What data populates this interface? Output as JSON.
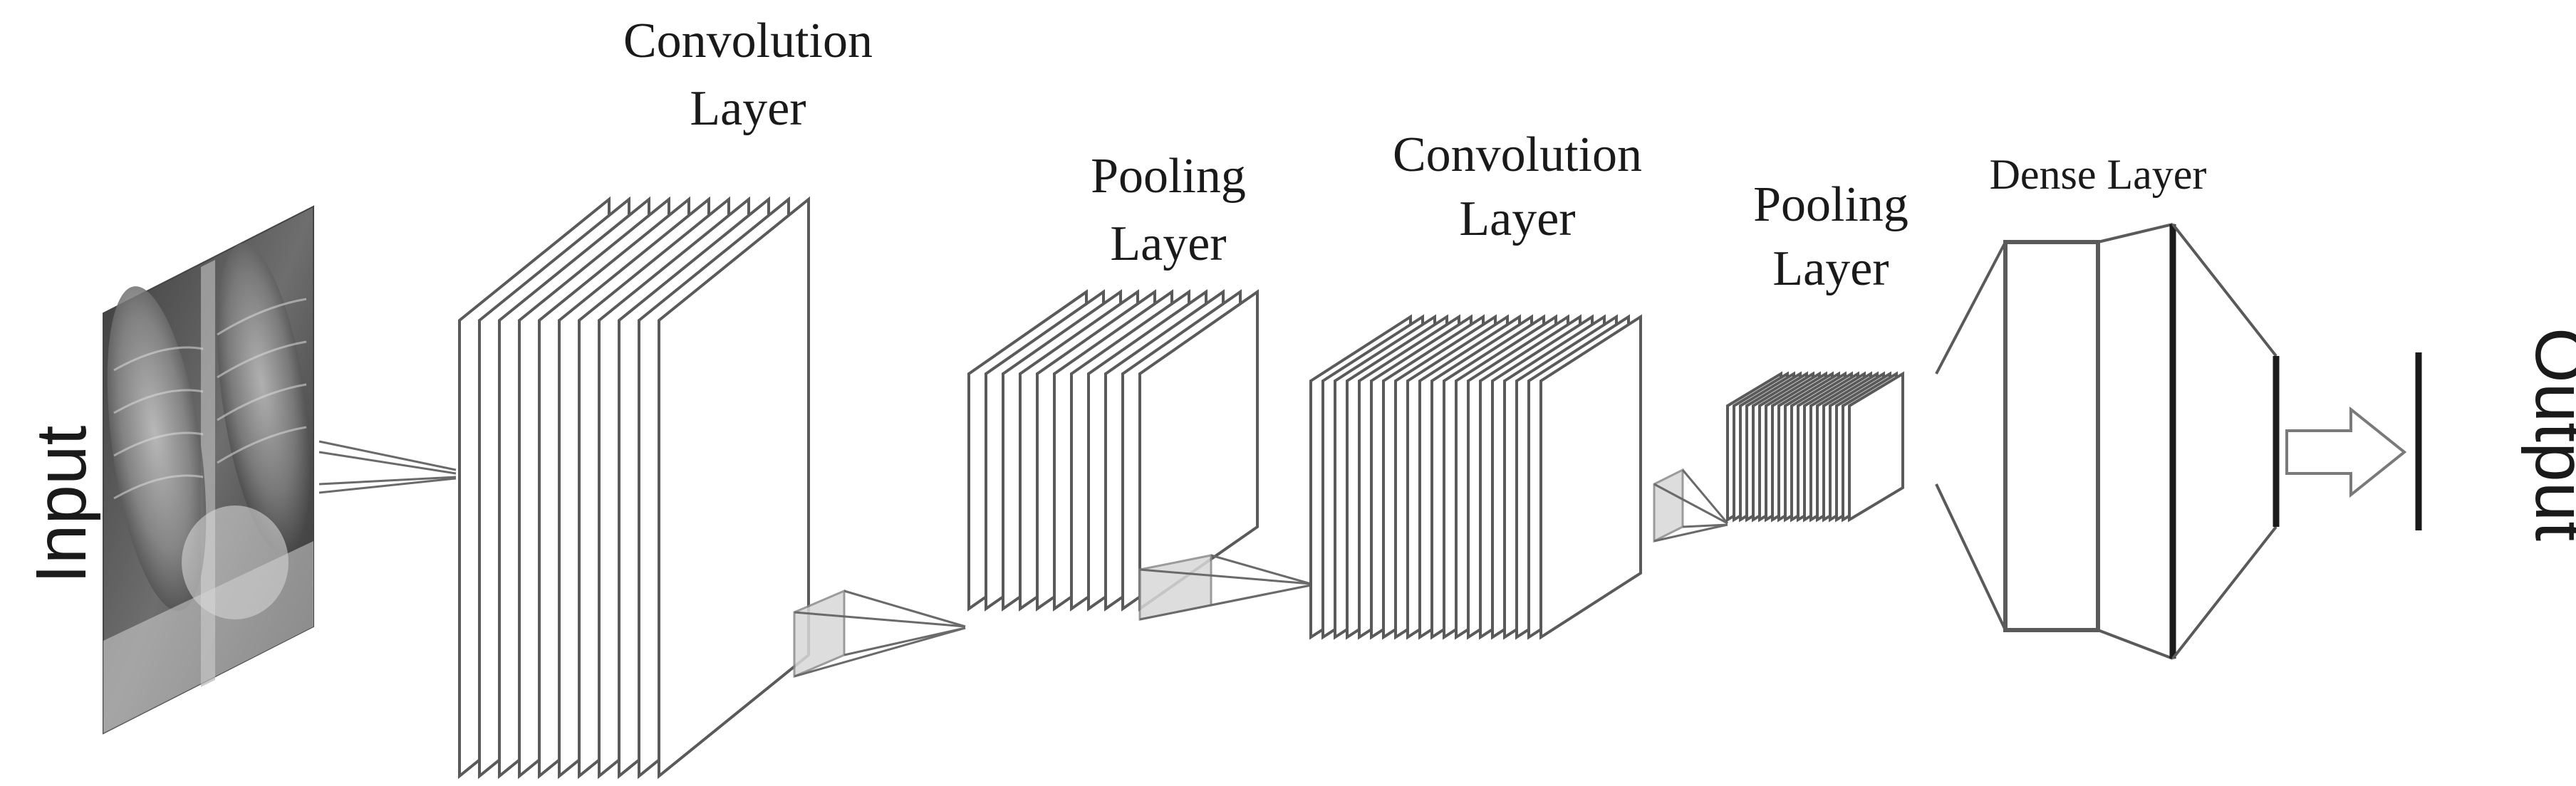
{
  "diagram": {
    "labels": {
      "input": "Input",
      "conv1_line1": "Convolution",
      "conv1_line2": "Layer",
      "pool1_line1": "Pooling",
      "pool1_line2": "Layer",
      "conv2_line1": "Convolution",
      "conv2_line2": "Layer",
      "pool2_line1": "Pooling",
      "pool2_line2": "Layer",
      "dense": "Dense Layer",
      "output": "Output"
    },
    "stages": [
      {
        "id": "input",
        "kind": "image",
        "description_icon": "chest-xray-image"
      },
      {
        "id": "conv1",
        "kind": "feature-maps",
        "map_count": 11
      },
      {
        "id": "pool1",
        "kind": "feature-maps",
        "map_count": 11
      },
      {
        "id": "conv2",
        "kind": "feature-maps",
        "map_count": 20
      },
      {
        "id": "pool2",
        "kind": "feature-maps",
        "map_count": 20
      },
      {
        "id": "dense",
        "kind": "fully-connected",
        "layer_count": 3
      },
      {
        "id": "output",
        "kind": "output"
      }
    ],
    "colors": {
      "stroke": "#5a5a5a",
      "text": "#1a1a1a",
      "xray_dark": "#2b2b2b",
      "xray_light": "#d8d8d8"
    }
  }
}
